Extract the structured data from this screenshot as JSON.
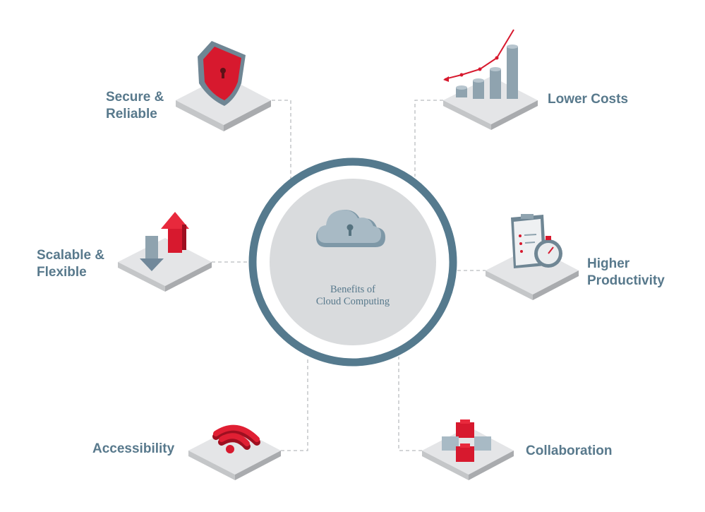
{
  "center": {
    "line1": "Benefits of",
    "line2": "Cloud Computing",
    "icon": "cloud-lock-icon"
  },
  "benefits": [
    {
      "lines": [
        "Secure &",
        "Reliable"
      ],
      "icon": "shield-lock-icon"
    },
    {
      "lines": [
        "Lower Costs"
      ],
      "icon": "coin-stacks-growth-icon"
    },
    {
      "lines": [
        "Scalable &",
        "Flexible"
      ],
      "icon": "up-down-arrows-icon"
    },
    {
      "lines": [
        "Higher",
        "Productivity"
      ],
      "icon": "clipboard-stopwatch-icon"
    },
    {
      "lines": [
        "Accessibility"
      ],
      "icon": "wifi-signal-icon"
    },
    {
      "lines": [
        "Collaboration"
      ],
      "icon": "puzzle-pieces-icon"
    }
  ],
  "colors": {
    "brand_text": "#58798c",
    "ring": "#557a8e",
    "accent_red": "#d7192e",
    "platform_top": "#e4e5e7",
    "platform_side": "#b2b4b7",
    "center_fill": "#d9dbdd"
  }
}
